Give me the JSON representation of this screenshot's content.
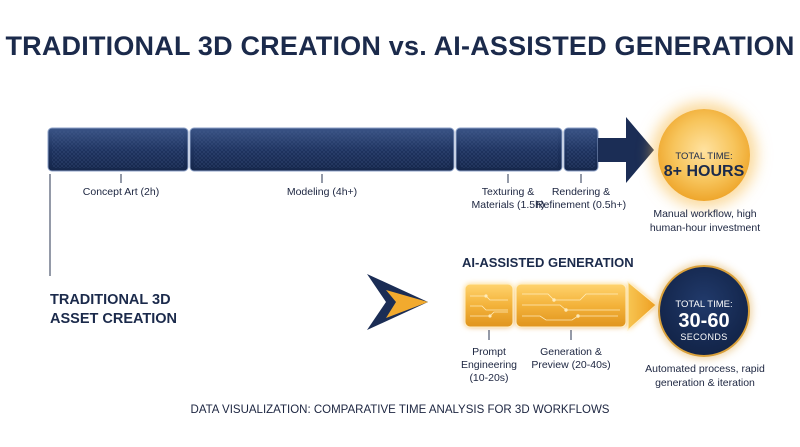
{
  "title": "TRADITIONAL 3D CREATION vs. AI-ASSISTED GENERATION",
  "traditional": {
    "section_label_line1": "TRADITIONAL 3D",
    "section_label_line2": "ASSET CREATION",
    "stages": [
      {
        "label_line1": "Concept Art (2h)",
        "label_line2": ""
      },
      {
        "label_line1": "Modeling (4h+)",
        "label_line2": ""
      },
      {
        "label_line1": "Texturing &",
        "label_line2": "Materials (1.5h)"
      },
      {
        "label_line1": "Rendering &",
        "label_line2": "Refinement (0.5h+)"
      }
    ],
    "badge": {
      "line1": "TOTAL TIME:",
      "line2": "8+ HOURS",
      "icon": "clock-icon"
    },
    "note_line1": "Manual workflow, high",
    "note_line2": "human-hour investment"
  },
  "ai": {
    "heading": "AI-ASSISTED GENERATION",
    "stages": [
      {
        "label_line1": "Prompt",
        "label_line2": "Engineering",
        "label_line3": "(10-20s)"
      },
      {
        "label_line1": "Generation &",
        "label_line2": "Preview (20-40s)"
      }
    ],
    "badge": {
      "line1": "TOTAL TIME:",
      "line2": "30-60",
      "line3": "SECONDS",
      "icon": "lightning-icon"
    },
    "note_line1": "Automated process, rapid",
    "note_line2": "generation & iteration"
  },
  "footer": "DATA VISUALIZATION: COMPARATIVE TIME ANALYSIS FOR 3D WORKFLOWS",
  "colors": {
    "navy": "#1b2a4b",
    "bar_navy": "#22365f",
    "gold": "#f2b53a",
    "gold_dark": "#d9931c"
  }
}
